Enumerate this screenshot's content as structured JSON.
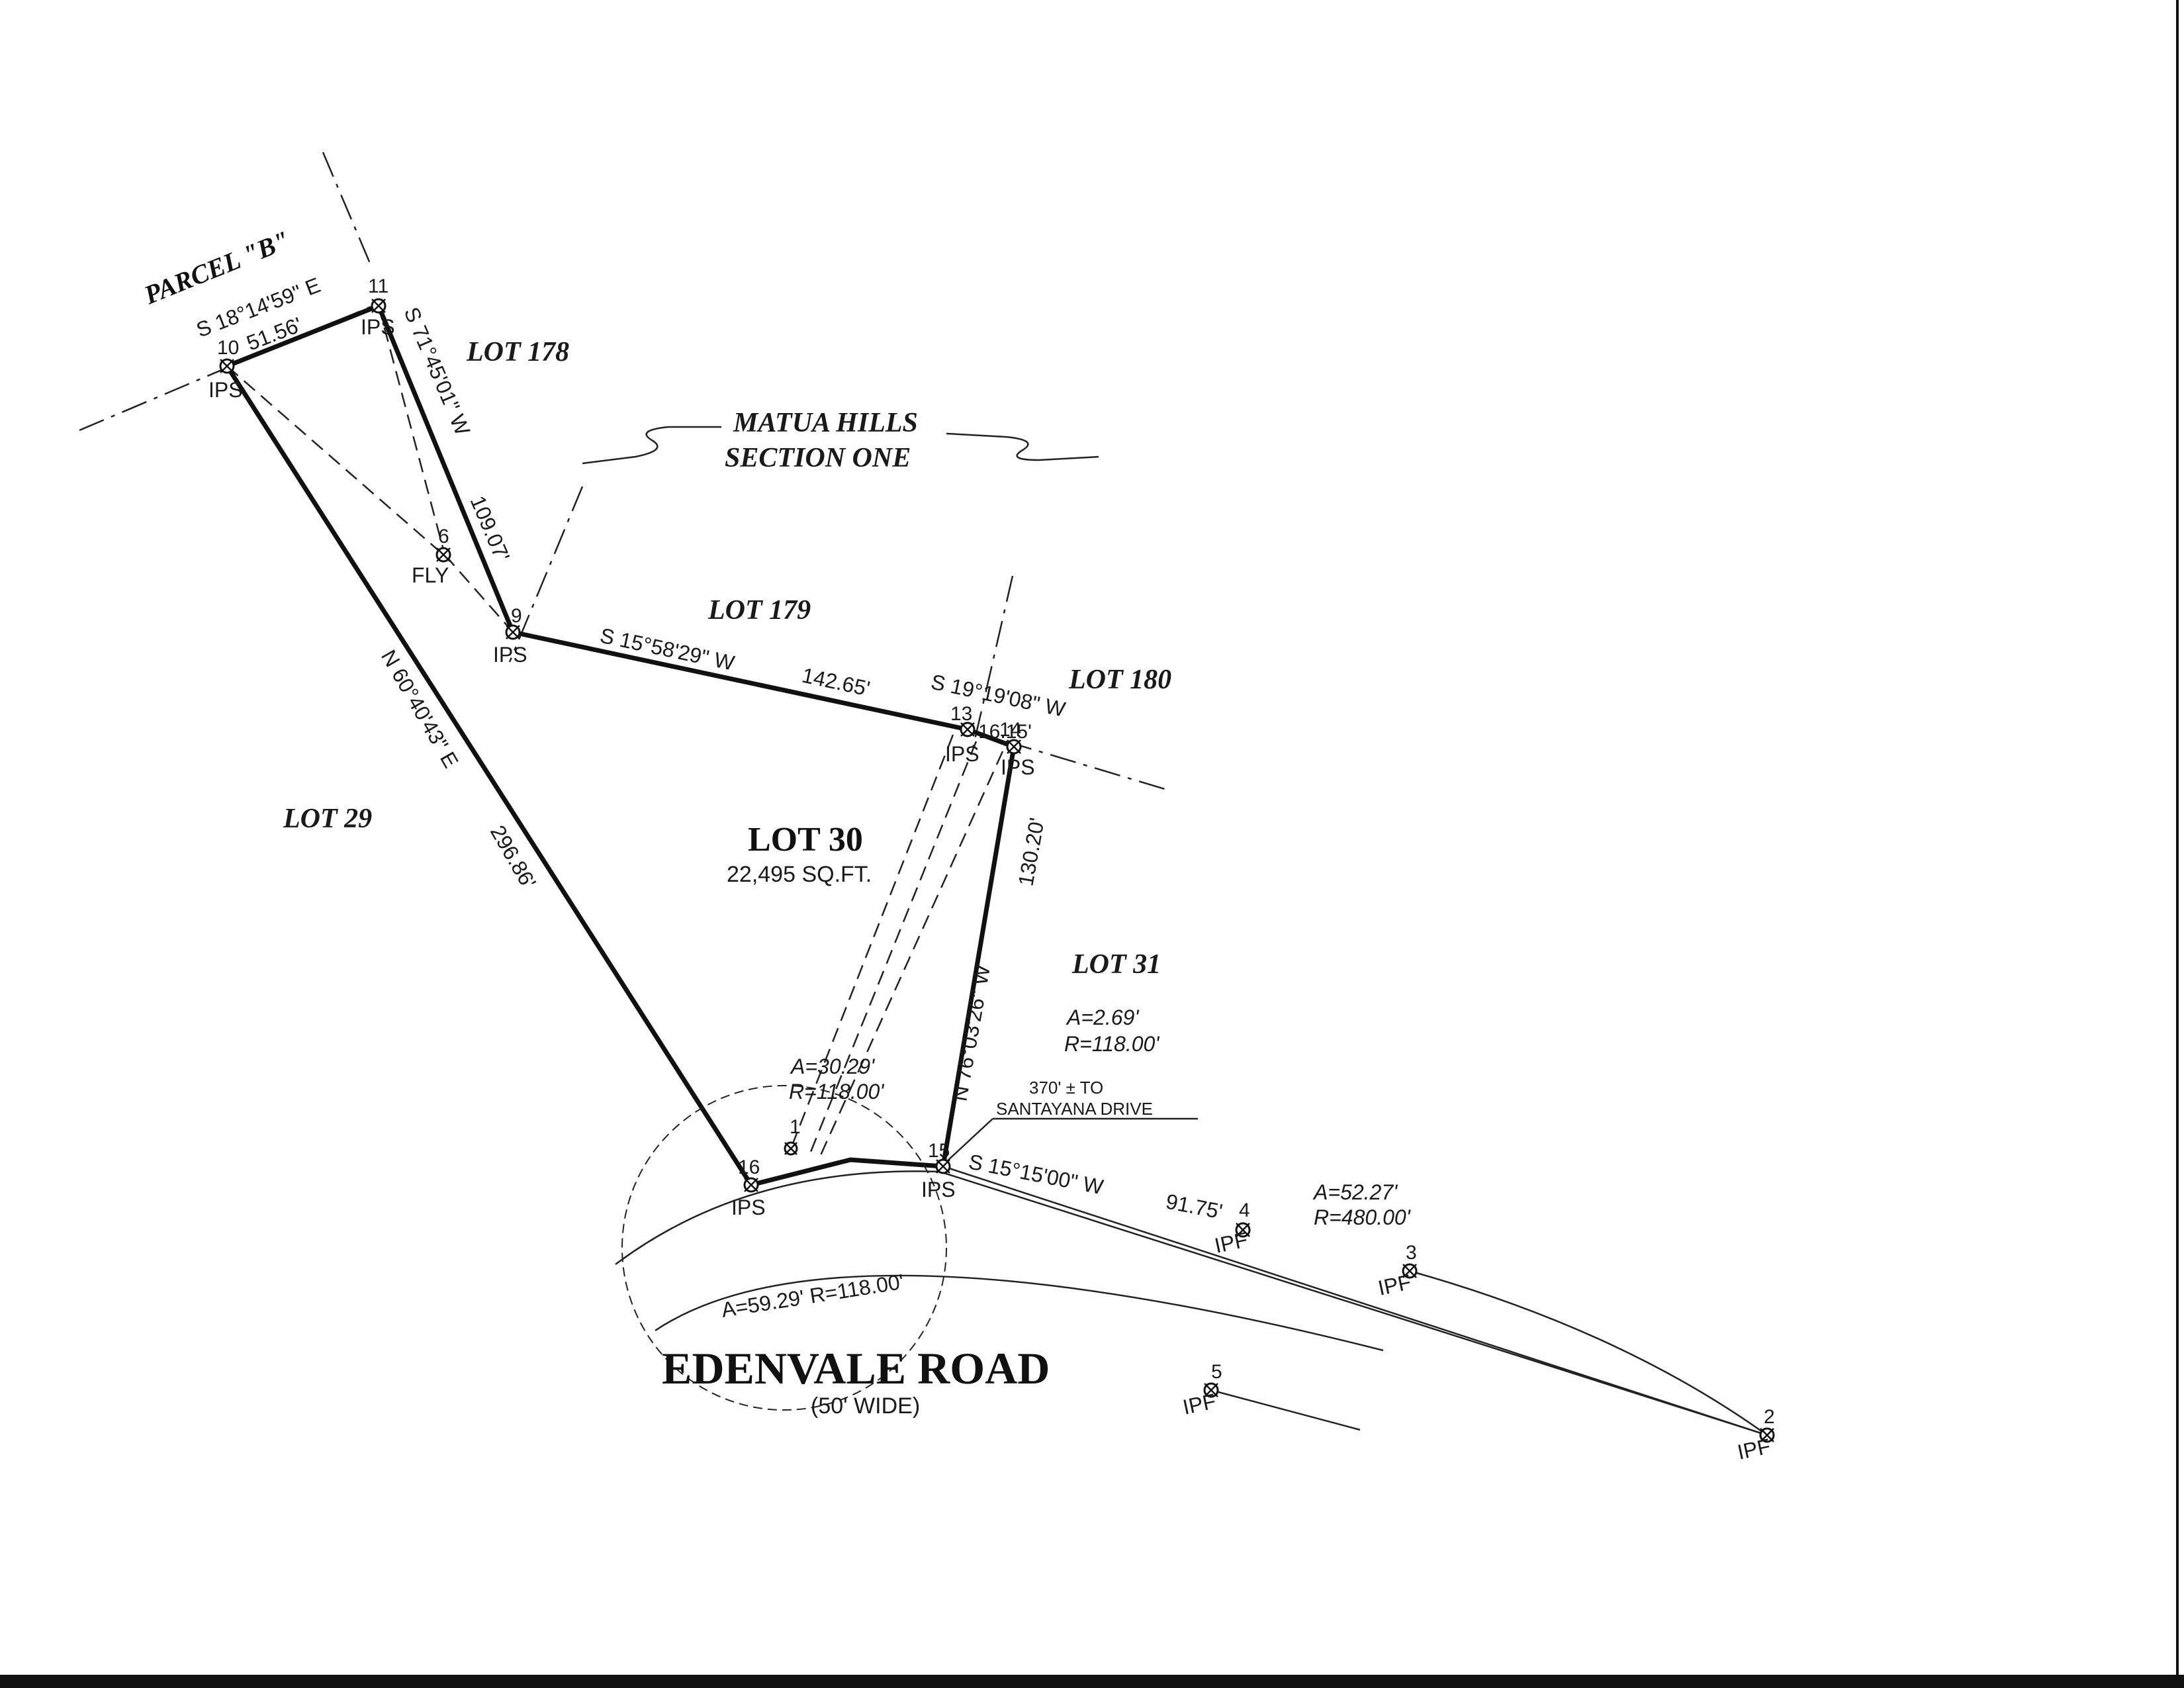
{
  "parcel": {
    "lot_label": "LOT 30",
    "area": "22,495 SQ.FT."
  },
  "adjoining": {
    "parcel_b": "PARCEL \"B\"",
    "lot_178": "LOT 178",
    "lot_179": "LOT 179",
    "lot_180": "LOT 180",
    "lot_29": "LOT 29",
    "lot_31": "LOT 31",
    "subdivision_line1": "MATUA HILLS",
    "subdivision_line2": "SECTION ONE"
  },
  "road": {
    "name": "EDENVALE ROAD",
    "width": "(50' WIDE)",
    "reference_line1": "370' ± TO",
    "reference_line2": "SANTAYANA DRIVE"
  },
  "bearings": {
    "b_10_11": "S 18°14'59\" E",
    "d_10_11": "51.56'",
    "b_11_9": "S 71°45'01\" W",
    "d_11_9": "109.07'",
    "b_9_13": "S 15°58'29\" W",
    "d_9_13": "142.65'",
    "b_13_14": "S 19°19'08\" W",
    "d_13_14": "16.15'",
    "b_14_15": "N 76°03'26\" W",
    "d_14_15": "130.20'",
    "b_16_10": "N 60°40'43\" E",
    "d_16_10": "296.86'",
    "b_15_4": "S 15°15'00\" W",
    "d_15_4": "91.75'"
  },
  "curves": {
    "c1_arc": "A=30.29'",
    "c1_radius": "R=118.00'",
    "c2_arc": "A=2.69'",
    "c2_radius": "R=118.00'",
    "c3_arc": "A=52.27'",
    "c3_radius": "R=480.00'",
    "road_curve": "A=59.29'   R=118.00'"
  },
  "points": {
    "p10": "10",
    "p11": "11",
    "p9": "9",
    "p6": "6",
    "p13": "13",
    "p14": "14",
    "p15": "15",
    "p16": "16",
    "p1": "1",
    "p4": "4",
    "p3": "3",
    "p5": "5",
    "p2": "2"
  },
  "monument_codes": {
    "ips": "IPS",
    "ipf": "IPF",
    "fly": "FLY"
  }
}
